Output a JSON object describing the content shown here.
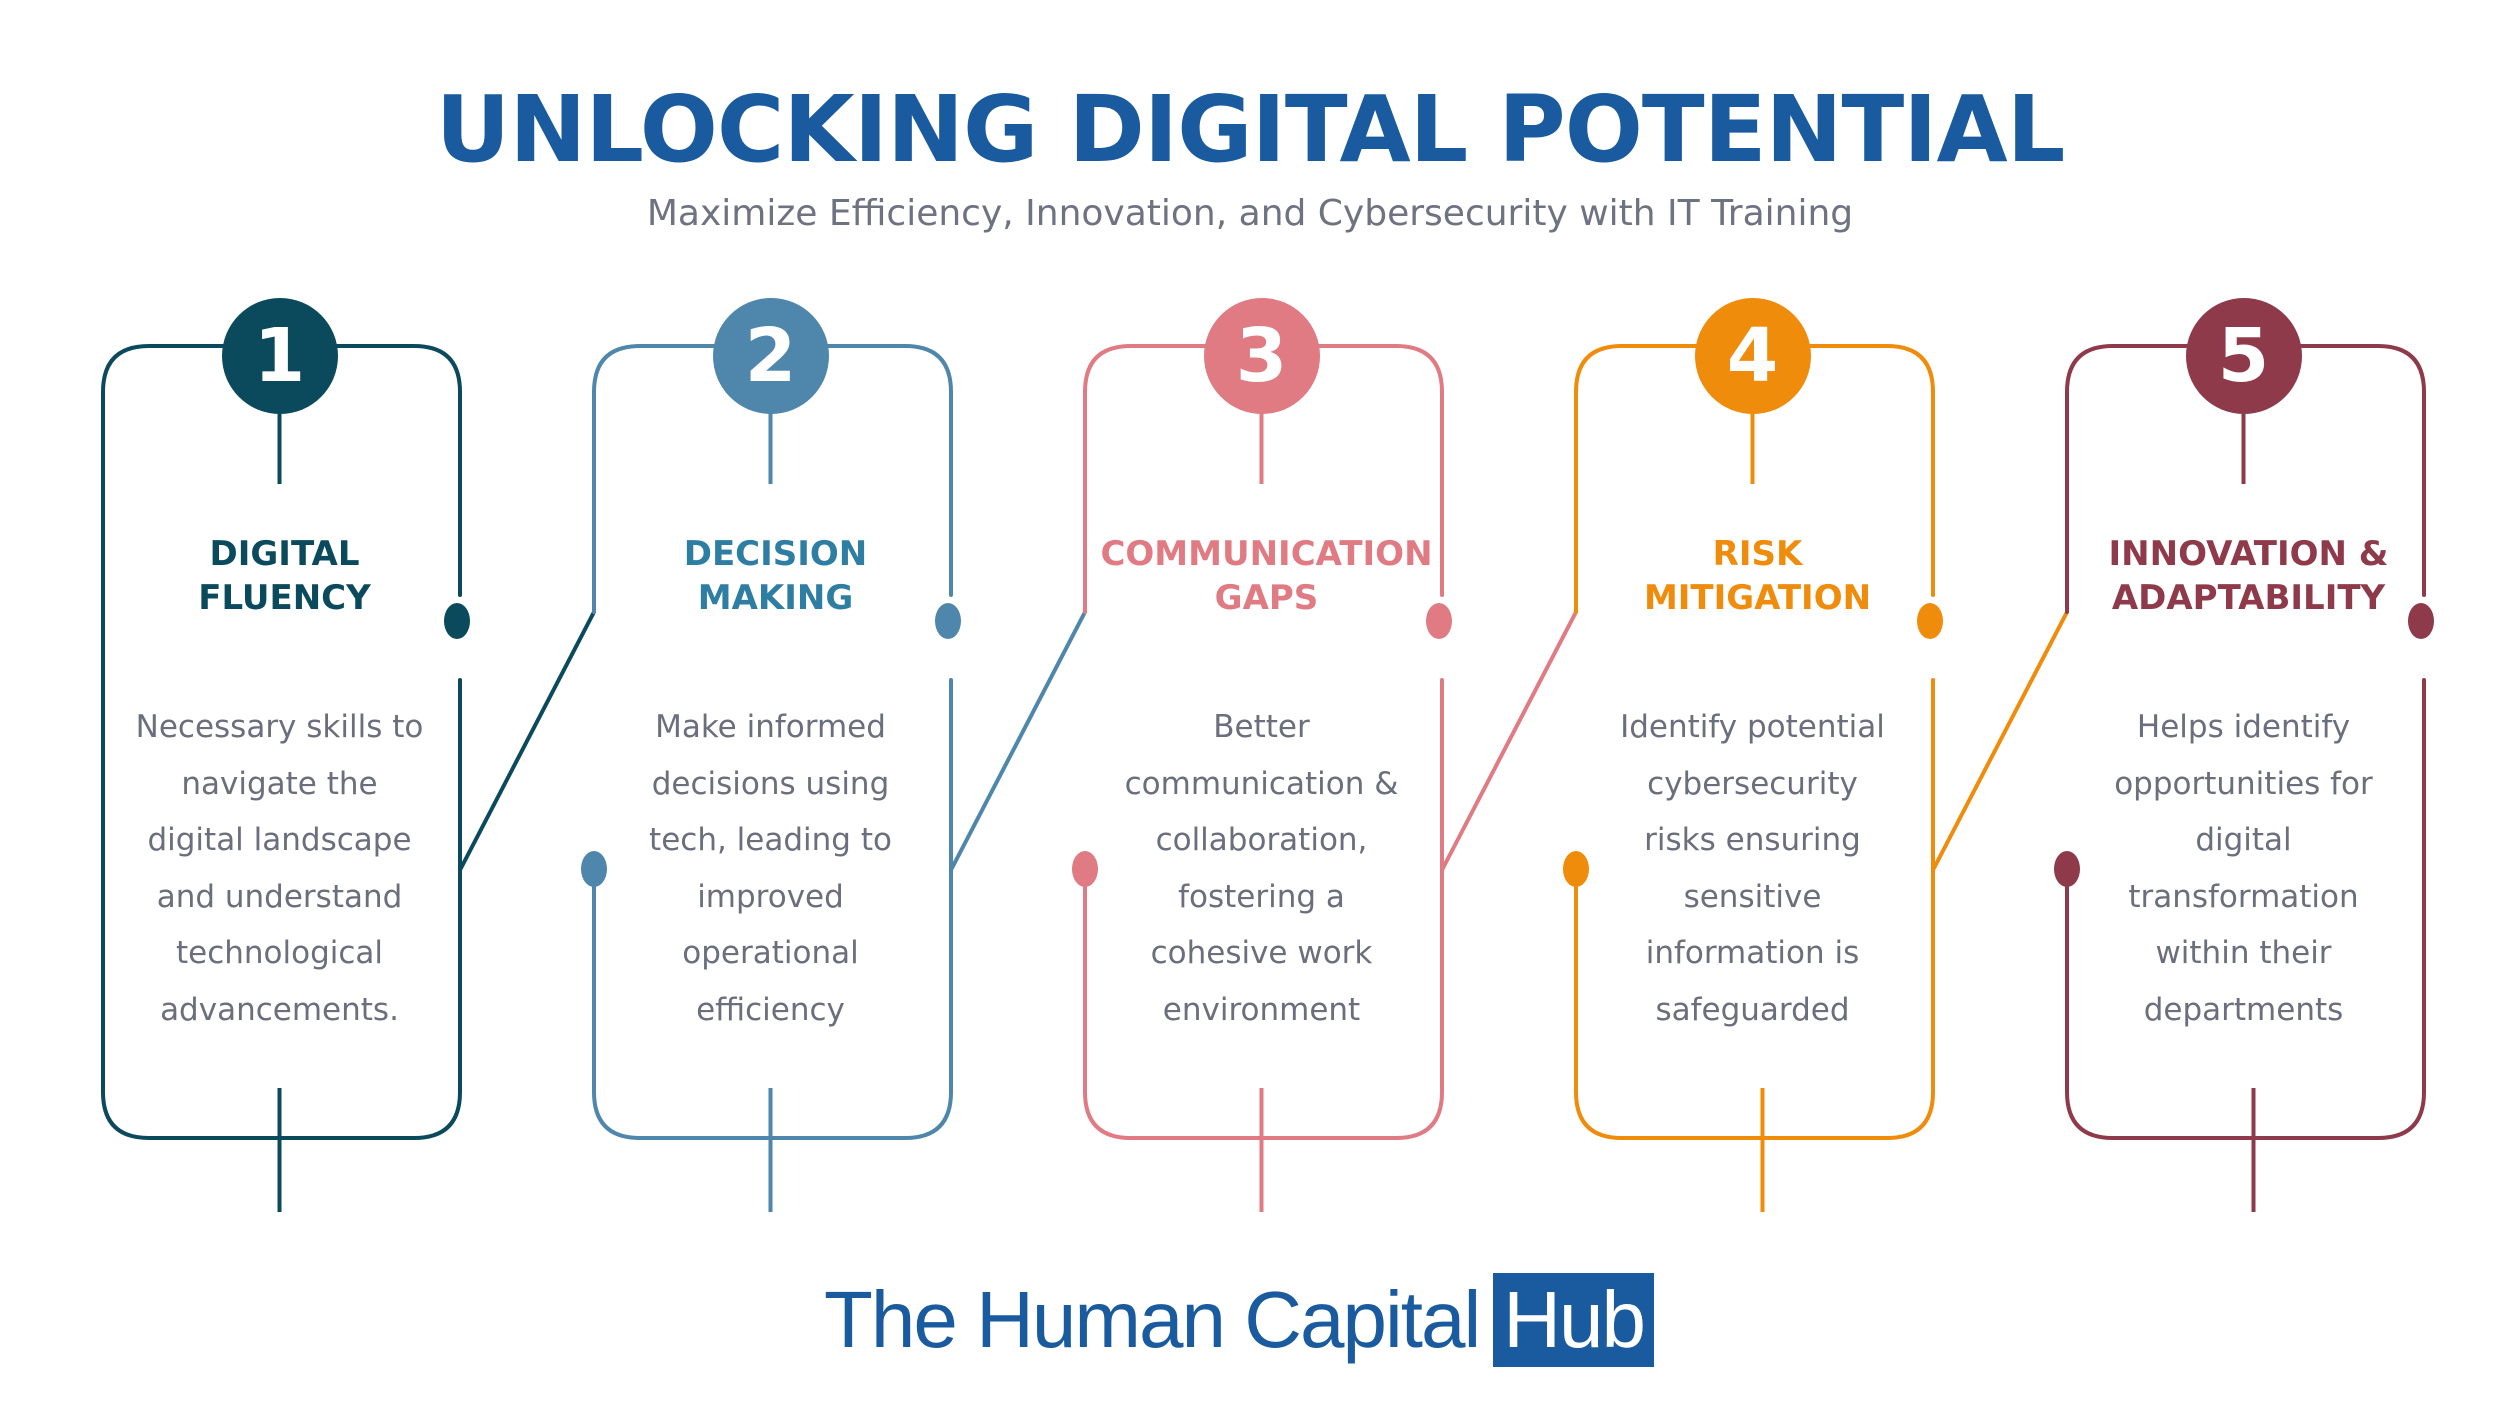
{
  "header": {
    "title": "UNLOCKING DIGITAL POTENTIAL",
    "subtitle": "Maximize Efficiency, Innovation, and Cybersecurity with IT Training"
  },
  "steps": [
    {
      "number": "1",
      "heading_line1": "DIGITAL",
      "heading_line2": "FLUENCY",
      "description": [
        "Necessary skills to",
        "navigate the",
        "digital landscape",
        "and understand",
        "technological",
        "advancements."
      ],
      "color": "#0b4a5c"
    },
    {
      "number": "2",
      "heading_line1": "DECISION",
      "heading_line2": "MAKING",
      "description": [
        "Make informed",
        "decisions using",
        "tech, leading to",
        "improved",
        "operational",
        "efficiency"
      ],
      "color": "#4f86ab",
      "heading_color": "#2e7ea3"
    },
    {
      "number": "3",
      "heading_line1": "COMMUNICATION",
      "heading_line2": "GAPS",
      "description": [
        "Better",
        "communication &",
        "collaboration,",
        "fostering a",
        "cohesive work",
        "environment"
      ],
      "color": "#e07b83"
    },
    {
      "number": "4",
      "heading_line1": "RISK",
      "heading_line2": "MITIGATION",
      "description": [
        "Identify potential",
        "cybersecurity",
        "risks ensuring",
        "sensitive",
        "information is",
        "safeguarded"
      ],
      "color": "#f08c0c"
    },
    {
      "number": "5",
      "heading_line1": "INNOVATION &",
      "heading_line2": "ADAPTABILITY",
      "description": [
        "Helps identify",
        "opportunities for",
        "digital",
        "transformation",
        "within their",
        "departments"
      ],
      "color": "#8e3a4a"
    }
  ],
  "logo": {
    "text": "The Human Capital",
    "highlight": "Hub",
    "color": "#1a5a9e"
  }
}
